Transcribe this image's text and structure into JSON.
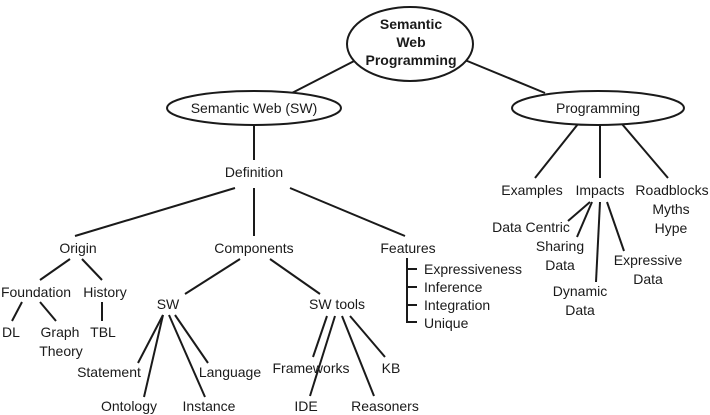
{
  "root": {
    "line1": "Semantic",
    "line2": "Web",
    "line3": "Programming"
  },
  "semantic_web": {
    "label": "Semantic Web (SW)",
    "definition": "Definition",
    "origin": {
      "label": "Origin",
      "foundation": {
        "label": "Foundation",
        "dl": "DL",
        "graph_theory": [
          "Graph",
          "Theory"
        ]
      },
      "history": {
        "label": "History",
        "tbl": "TBL"
      }
    },
    "components": {
      "label": "Components",
      "sw": {
        "label": "SW",
        "statement": "Statement",
        "ontology": "Ontology",
        "instance": "Instance",
        "language": "Language"
      },
      "sw_tools": {
        "label": "SW tools",
        "frameworks": "Frameworks",
        "ide": "IDE",
        "reasoners": "Reasoners",
        "kb": "KB"
      }
    },
    "features": {
      "label": "Features",
      "items": [
        "Expressiveness",
        "Inference",
        "Integration",
        "Unique"
      ]
    }
  },
  "programming": {
    "label": "Programming",
    "examples": "Examples",
    "impacts": {
      "label": "Impacts",
      "data_centric": "Data Centric",
      "sharing_data": [
        "Sharing",
        "Data"
      ],
      "dynamic_data": [
        "Dynamic",
        "Data"
      ],
      "expressive_data": [
        "Expressive",
        "Data"
      ]
    },
    "roadblocks": [
      "Roadblocks",
      "Myths",
      "Hype"
    ]
  }
}
